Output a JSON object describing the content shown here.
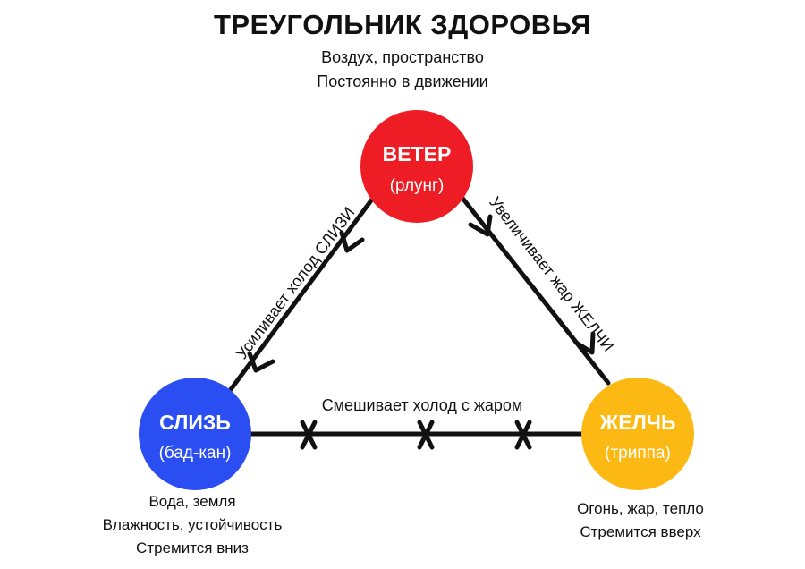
{
  "title": "ТРЕУГОЛЬНИК ЗДОРОВЬЯ",
  "nodes": {
    "veter": {
      "name": "ВЕТЕР",
      "sub": "(рлунг)",
      "color": "#ee1c25",
      "desc": [
        "Воздух, пространство",
        "Постоянно в движении"
      ]
    },
    "sliz": {
      "name": "СЛИЗЬ",
      "sub": "(бад-кан)",
      "color": "#2b4ef2",
      "desc": [
        "Вода, земля",
        "Влажность, устойчивость",
        "Стремится вниз"
      ]
    },
    "zhelch": {
      "name": "ЖЕЛЧЬ",
      "sub": "(триппа)",
      "color": "#fdb913",
      "desc": [
        "Огонь, жар, тепло",
        "Стремится вверх"
      ]
    }
  },
  "edges": {
    "veter_to_sliz": "Усиливает холод СЛИЗИ",
    "veter_to_zhelch": "Увеличивает жар ЖЕЛЧИ",
    "sliz_zhelch": "Смешивает холод с жаром"
  }
}
